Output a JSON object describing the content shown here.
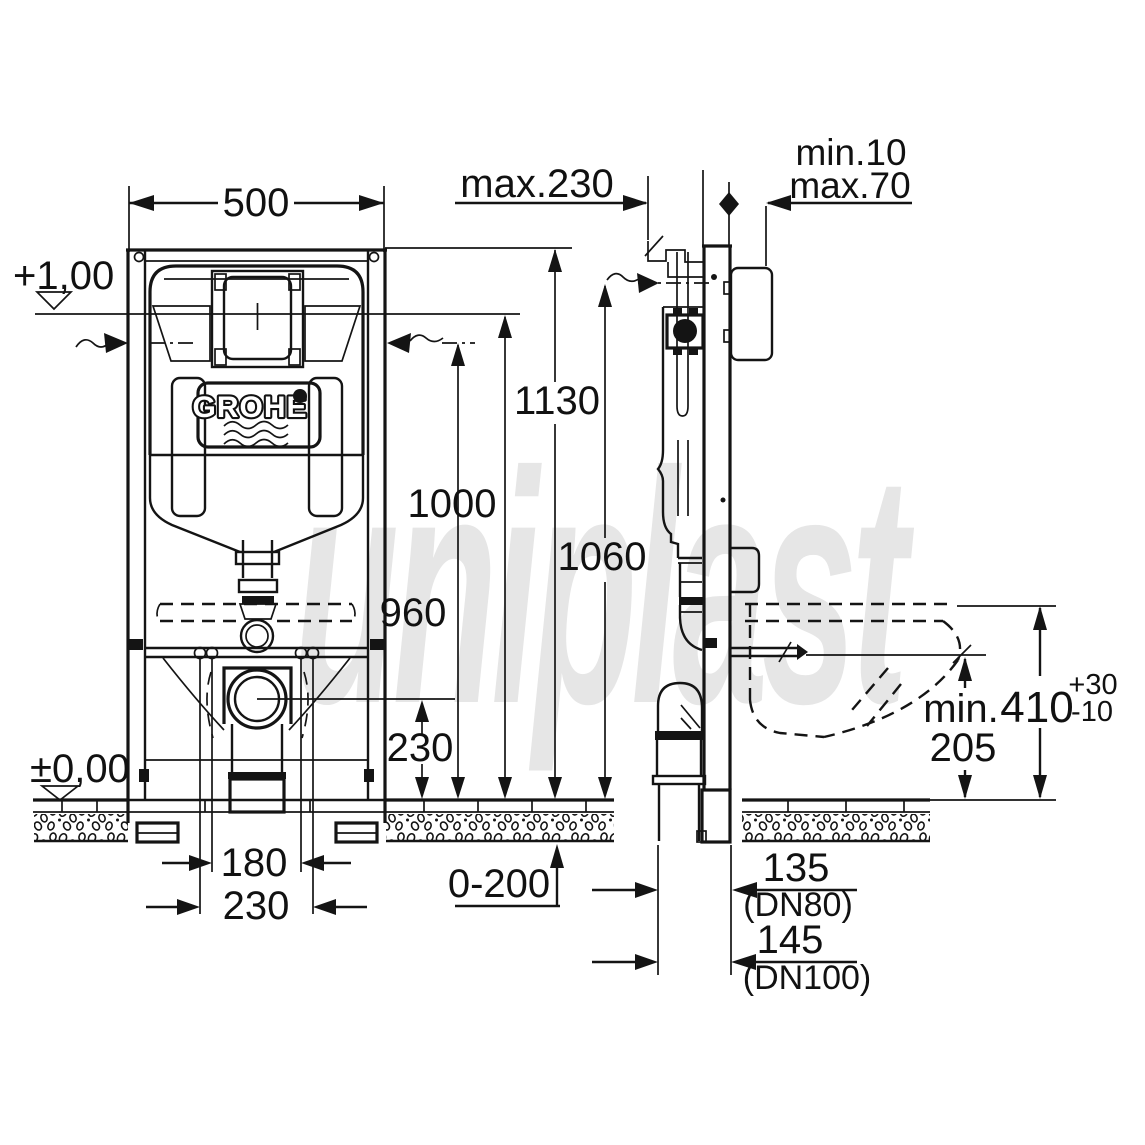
{
  "watermark_text": "uniplast",
  "brand_logo": "GROHE",
  "front_view": {
    "frame_width": "500",
    "level_flush_plate": "+1,00",
    "level_floor": "±0,00",
    "frame_height": "1130",
    "flush_center_height": "1000",
    "cistern_top_height": "960",
    "drain_center_height": "230",
    "bolt_spacing_inner": "180",
    "bolt_spacing_outer": "230",
    "floor_recess_range": "0-200"
  },
  "side_view": {
    "frame_depth_max": "max.230",
    "plate_distance_min": "min.10",
    "plate_distance_max": "max.70",
    "inlet_height": "1060",
    "bowl_height": "410",
    "bowl_height_tol_plus": "+30",
    "bowl_height_tol_minus": "-10",
    "outlet_min_label": "min.",
    "outlet_min_value": "205",
    "drain_offset_dn80": "135",
    "drain_offset_dn80_note": "(DN80)",
    "drain_offset_dn100": "145",
    "drain_offset_dn100_note": "(DN100)"
  },
  "colors": {
    "line": "#141414",
    "background": "#ffffff",
    "watermark": "#e6e6e6"
  }
}
